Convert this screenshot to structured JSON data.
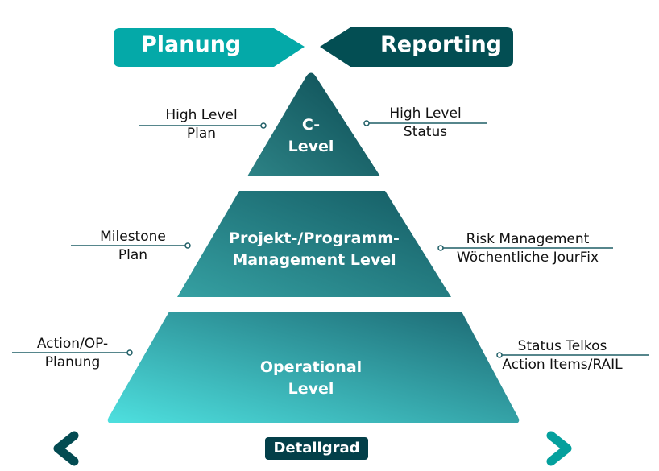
{
  "banners": {
    "left": "Planung",
    "right": "Reporting"
  },
  "levels": [
    {
      "title_line1": "C-",
      "title_line2": "Level",
      "left_line1": "High Level",
      "left_line2": "Plan",
      "right_line1": "High Level",
      "right_line2": "Status"
    },
    {
      "title_line1": "Projekt-/Programm-",
      "title_line2": "Management Level",
      "left_line1": "Milestone",
      "left_line2": "Plan",
      "right_line1": "Risk Management",
      "right_line2": "Wöchentliche JourFix"
    },
    {
      "title_line1": "Operational",
      "title_line2": "Level",
      "left_line1": "Action/OP-",
      "left_line2": "Planung",
      "right_line1": "Status Telkos",
      "right_line2": "Action Items/RAIL"
    }
  ],
  "axis": {
    "label": "Detailgrad"
  },
  "colors": {
    "planung": "#04a9a8",
    "reporting": "#034e53",
    "dark": "#0e4d54",
    "light": "#4bdcdc"
  }
}
